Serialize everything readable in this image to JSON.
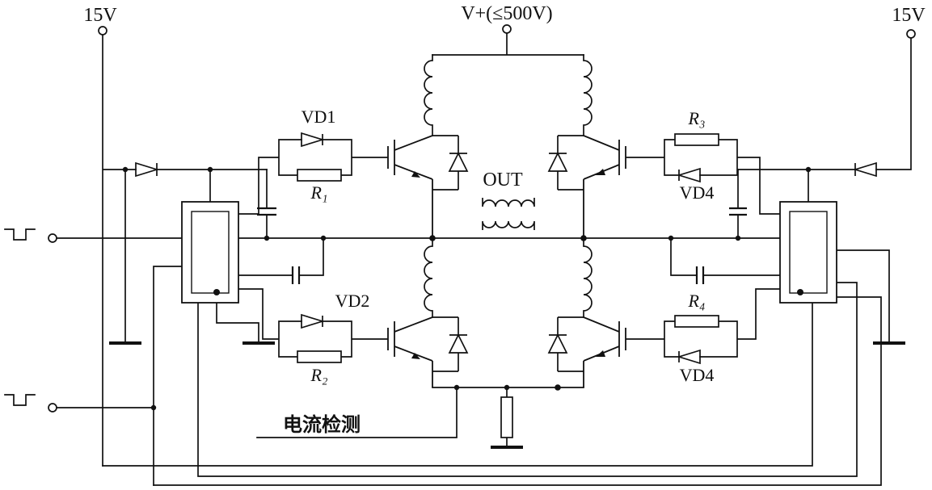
{
  "diagram": {
    "kind": "circuit-schematic",
    "description": "Full-bridge IGBT inverter power stage with isolated gate drivers, output transformer and current-sense resistor",
    "labels": {
      "supply_left": "15V",
      "supply_right": "15V",
      "bus_voltage": "V+(≤500V)",
      "out": "OUT",
      "vd1": "VD1",
      "vd2": "VD2",
      "vd4_top": "VD4",
      "vd4_bottom": "VD4",
      "r1": "R₁",
      "r2": "R₂",
      "r3": "R₃",
      "r4": "R₄",
      "current_sense": "电流检测"
    },
    "colors": {
      "line": "#111111",
      "background": "#ffffff"
    }
  }
}
